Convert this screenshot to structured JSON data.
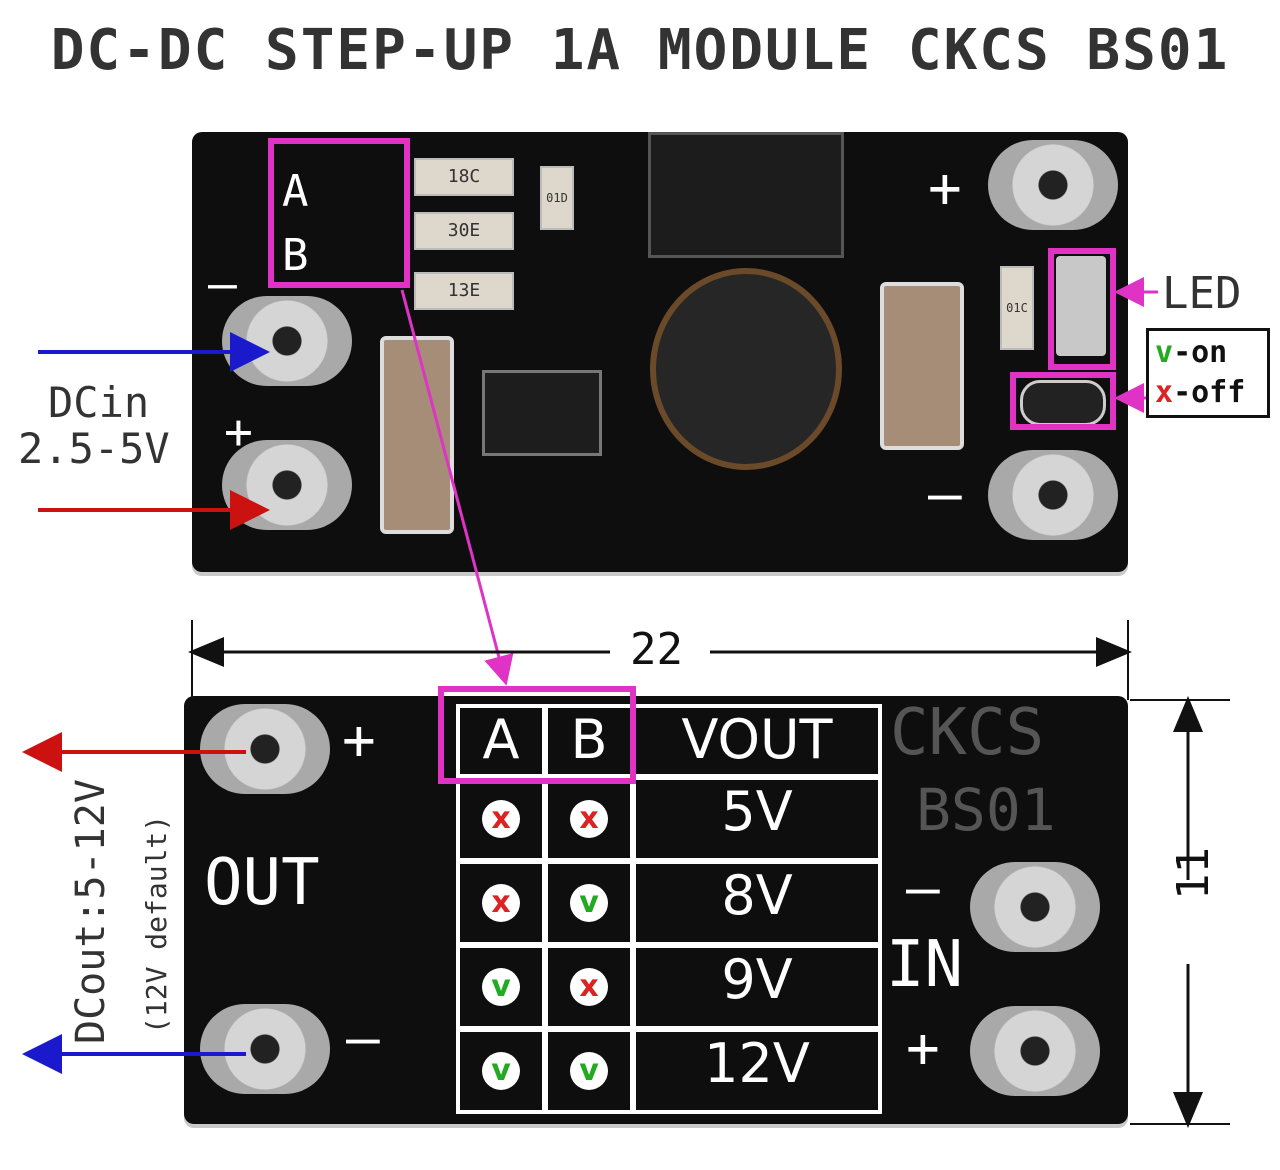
{
  "title": "DC-DC STEP-UP 1A MODULE CKCS BS01",
  "top_board": {
    "pins": {
      "a": "A",
      "b": "B",
      "minus": "–",
      "plus": "+"
    },
    "components": {
      "r1": "18C",
      "r2": "30E",
      "r3": "13E",
      "c_small": "01D",
      "c_right": "01C"
    }
  },
  "led_label": "LED",
  "legend": {
    "on": "v-on",
    "off": "x-off",
    "on_symbol": "v",
    "off_symbol": "x",
    "on_color": "#22aa22",
    "off_color": "#dd2222"
  },
  "dc_in": {
    "label": "DCin",
    "voltage": "2.5-5V"
  },
  "dimension_width": "22",
  "dimension_height": "11",
  "bottom_board": {
    "brand": "CKCS",
    "model": "BS01",
    "out_label": "OUT",
    "in_label": "IN",
    "plus": "+",
    "minus": "–",
    "table": {
      "headers": [
        "A",
        "B",
        "VOUT"
      ],
      "rows": [
        {
          "a": "x",
          "b": "x",
          "vout": "5V"
        },
        {
          "a": "x",
          "b": "v",
          "vout": "8V"
        },
        {
          "a": "v",
          "b": "x",
          "vout": "9V"
        },
        {
          "a": "v",
          "b": "v",
          "vout": "12V"
        }
      ]
    }
  },
  "dc_out": {
    "label": "DCout:5-12V",
    "note": "(12V default)"
  },
  "colors": {
    "pink": "#e033c6",
    "red_arrow": "#cc1111",
    "blue_arrow": "#1a1acc"
  }
}
